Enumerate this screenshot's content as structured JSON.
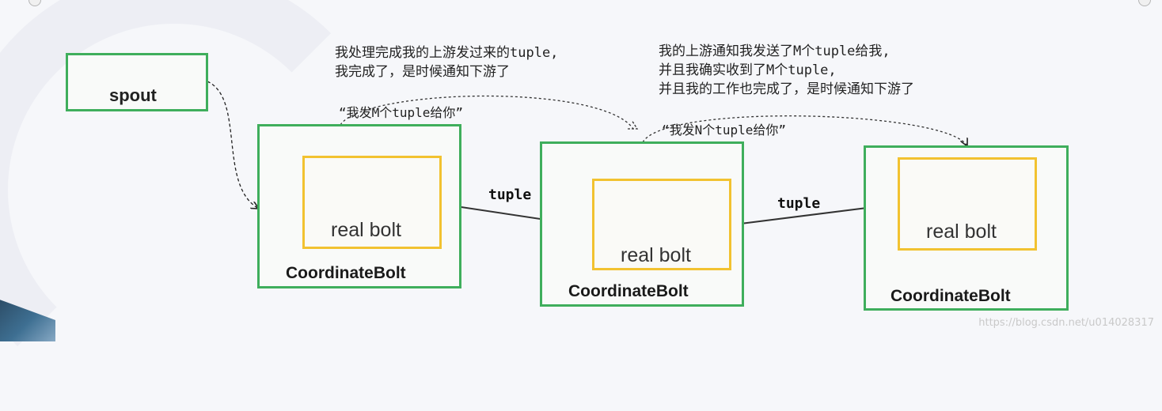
{
  "diagram": {
    "spout_label": "spout",
    "bolts": [
      {
        "inner_label": "real bolt",
        "outer_label": "CoordinateBolt"
      },
      {
        "inner_label": "real bolt",
        "outer_label": "CoordinateBolt"
      },
      {
        "inner_label": "real bolt",
        "outer_label": "CoordinateBolt"
      }
    ],
    "tuple_labels": [
      "tuple",
      "tuple"
    ],
    "notes": {
      "first": [
        "我处理完成我的上游发过来的tuple,",
        "我完成了，是时候通知下游了"
      ],
      "second": [
        "我的上游通知我发送了M个tuple给我,",
        "并且我确实收到了M个tuple,",
        "并且我的工作也完成了，是时候通知下游了"
      ]
    },
    "quotes": [
      "“我发M个tuple给你”",
      "“我发N个tuple给你”"
    ],
    "watermark_url": "https://blog.csdn.net/u014028317"
  }
}
